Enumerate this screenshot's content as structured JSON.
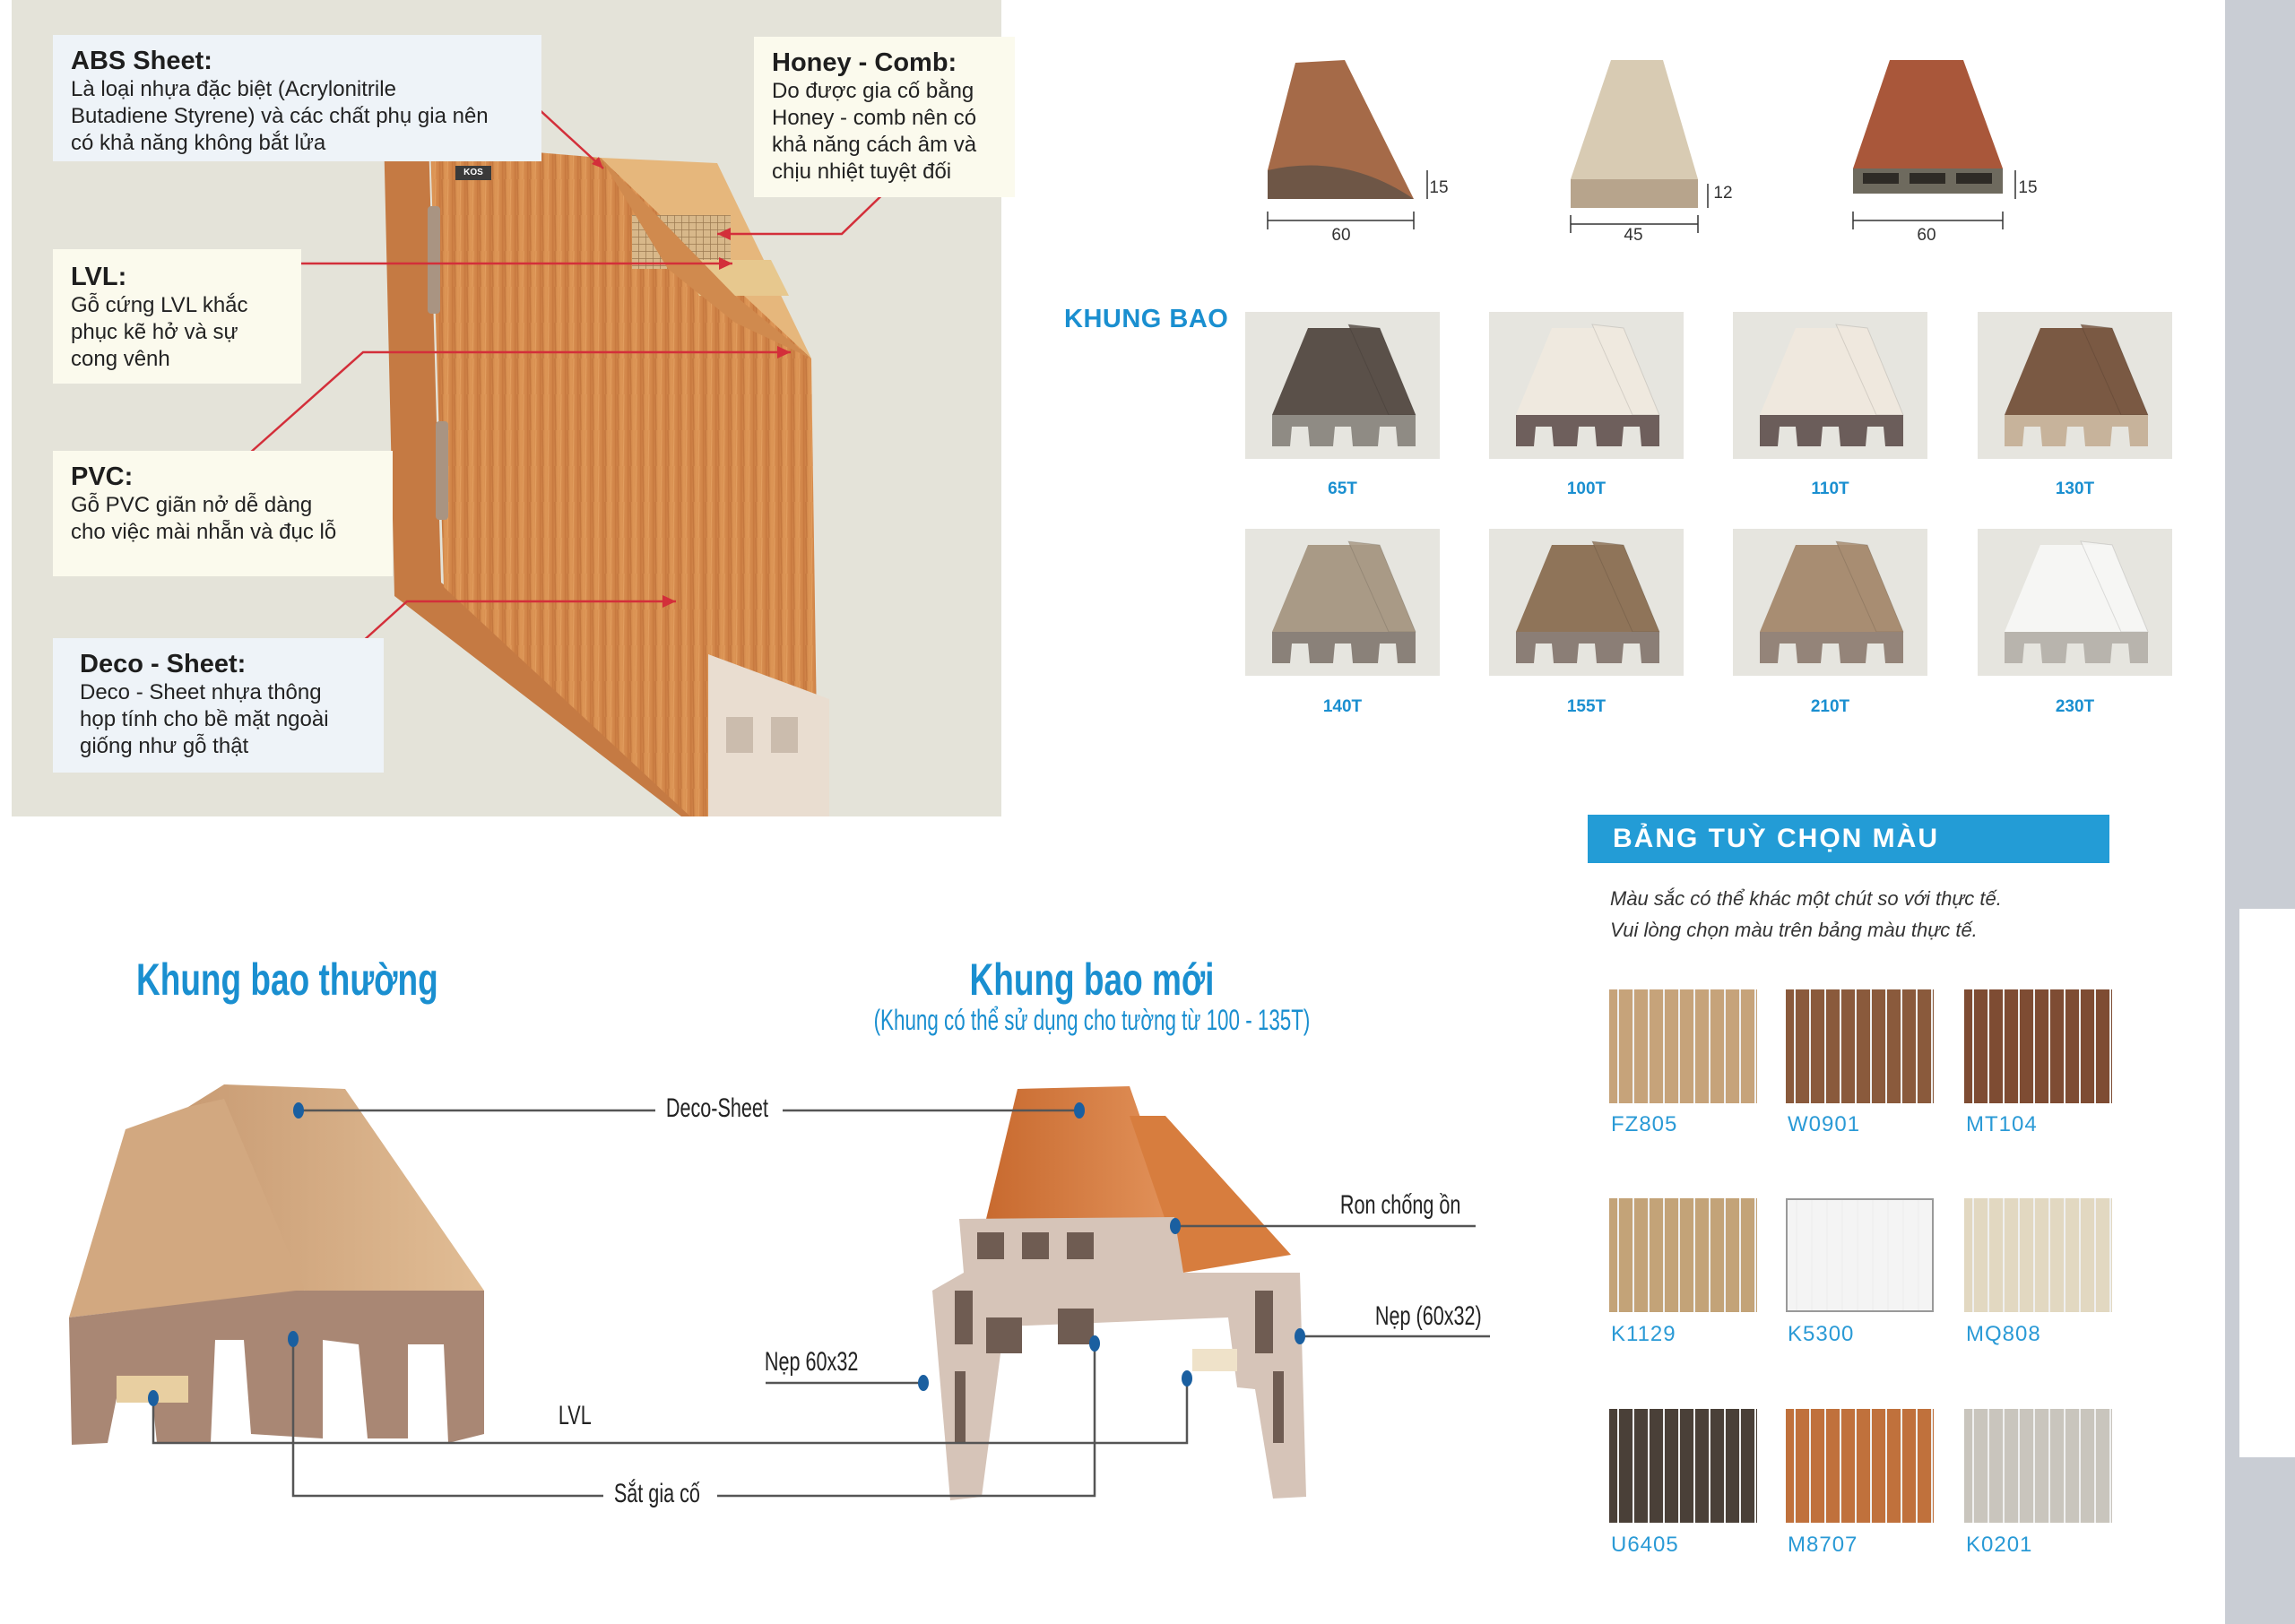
{
  "door_diagram": {
    "callouts": [
      {
        "title": "ABS Sheet:",
        "lines": [
          "Là loại nhựa đặc biệt (Acrylonitrile",
          "Butadiene Styrene) và các chất phụ gia nên",
          "có khả năng không bắt lửa"
        ]
      },
      {
        "title": "Honey - Comb:",
        "lines": [
          "Do được gia cố bằng",
          "Honey - comb nên có",
          "khả năng cách âm và",
          "chịu nhiệt tuyệt đối"
        ]
      },
      {
        "title": "LVL:",
        "lines": [
          "Gỗ cứng LVL khắc",
          "phục kẽ hở và sự",
          "cong vênh"
        ]
      },
      {
        "title": "PVC:",
        "lines": [
          "Gỗ PVC giãn nở dễ dàng",
          "cho việc mài nhẵn và đục lỗ"
        ]
      },
      {
        "title": "Deco - Sheet:",
        "lines": [
          "Deco - Sheet nhựa thông",
          "họp tính cho bề mặt ngoài",
          "giống như gỗ thật"
        ]
      }
    ],
    "logo_text": "KOS",
    "arrow_color": "#d32f3a"
  },
  "trim_profiles": [
    {
      "width": "60",
      "height": "15",
      "color": "#a56a48"
    },
    {
      "width": "45",
      "height": "12",
      "color": "#d8cbb3"
    },
    {
      "width": "60",
      "height": "15",
      "color": "#a9573a"
    }
  ],
  "khung_bao": {
    "title": "KHUNG BAO",
    "items": [
      {
        "label": "65T",
        "wood": "#5a5049",
        "end": "#8f8b84"
      },
      {
        "label": "100T",
        "wood": "#efe9df",
        "end": "#6e5f5c"
      },
      {
        "label": "110T",
        "wood": "#efe8de",
        "end": "#6b5d5a"
      },
      {
        "label": "130T",
        "wood": "#7a5943",
        "end": "#c7b39b"
      },
      {
        "label": "140T",
        "wood": "#a99a86",
        "end": "#8a8179"
      },
      {
        "label": "155T",
        "wood": "#8f7459",
        "end": "#8b7e76"
      },
      {
        "label": "210T",
        "wood": "#a88d72",
        "end": "#948479"
      },
      {
        "label": "230T",
        "wood": "#f6f6f4",
        "end": "#b8b4ad"
      }
    ]
  },
  "color_table": {
    "title": "BẢNG TUỲ CHỌN MÀU",
    "notes": [
      "Màu sắc có thể khác một chút so với thực tế.",
      "Vui lòng chọn màu trên bảng màu thực tế."
    ],
    "swatches": [
      {
        "code": "FZ805",
        "color": "#c6a37a"
      },
      {
        "code": "W0901",
        "color": "#8a5a3c"
      },
      {
        "code": "MT104",
        "color": "#7e4c33"
      },
      {
        "code": "K1129",
        "color": "#c3a378"
      },
      {
        "code": "K5300",
        "color": "#f4f4f4"
      },
      {
        "code": "MQ808",
        "color": "#e2d8c1"
      },
      {
        "code": "U6405",
        "color": "#4a4038"
      },
      {
        "code": "M8707",
        "color": "#c0713c"
      },
      {
        "code": "K0201",
        "color": "#c9c5bd"
      }
    ],
    "accent": "#239cd6"
  },
  "frames": {
    "regular_title": "Khung bao thường",
    "new_title": "Khung bao mới",
    "new_subtitle": "(Khung có thể sử dụng cho tường từ 100 - 135T)",
    "annotations": {
      "deco_sheet": "Deco-Sheet",
      "ron_chong_on": "Ron chống ồn",
      "nep_60x32_paren": "Nẹp (60x32)",
      "nep_60x32": "Nẹp 60x32",
      "lvl": "LVL",
      "sat_gia_co": "Sắt gia cố"
    }
  }
}
